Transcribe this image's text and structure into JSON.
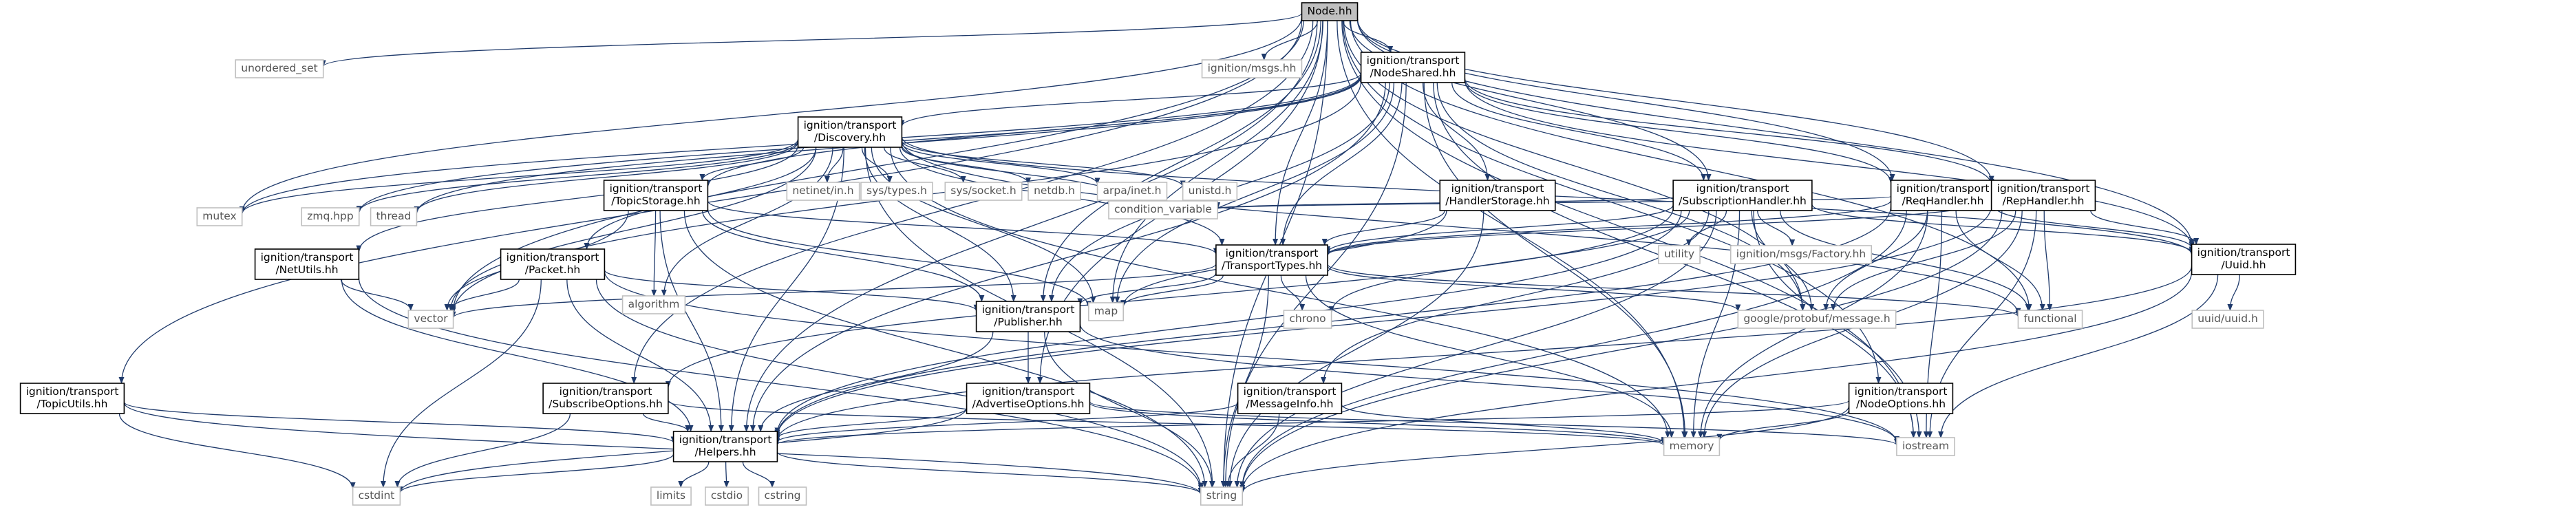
{
  "colors": {
    "edge": "#1f3a6b",
    "root_fill": "#bfbfbf",
    "ext_border": "#bfbfbf"
  },
  "nodes": [
    {
      "id": "node",
      "label": [
        "Node.hh"
      ],
      "kind": "root"
    },
    {
      "id": "nodeshared",
      "label": [
        "ignition/transport",
        "/NodeShared.hh"
      ],
      "kind": "file"
    },
    {
      "id": "unordered_set",
      "label": [
        "unordered_set"
      ],
      "kind": "ext"
    },
    {
      "id": "msgs",
      "label": [
        "ignition/msgs.hh"
      ],
      "kind": "ext"
    },
    {
      "id": "discovery",
      "label": [
        "ignition/transport",
        "/Discovery.hh"
      ],
      "kind": "file"
    },
    {
      "id": "handlerstorage",
      "label": [
        "ignition/transport",
        "/HandlerStorage.hh"
      ],
      "kind": "file"
    },
    {
      "id": "subscriptionhandler",
      "label": [
        "ignition/transport",
        "/SubscriptionHandler.hh"
      ],
      "kind": "file"
    },
    {
      "id": "reqhandler",
      "label": [
        "ignition/transport",
        "/ReqHandler.hh"
      ],
      "kind": "file"
    },
    {
      "id": "rephandler",
      "label": [
        "ignition/transport",
        "/RepHandler.hh"
      ],
      "kind": "file"
    },
    {
      "id": "mutex",
      "label": [
        "mutex"
      ],
      "kind": "ext"
    },
    {
      "id": "zmq",
      "label": [
        "zmq.hpp"
      ],
      "kind": "ext"
    },
    {
      "id": "thread",
      "label": [
        "thread"
      ],
      "kind": "ext"
    },
    {
      "id": "netutils",
      "label": [
        "ignition/transport",
        "/NetUtils.hh"
      ],
      "kind": "file"
    },
    {
      "id": "topicstorage",
      "label": [
        "ignition/transport",
        "/TopicStorage.hh"
      ],
      "kind": "file"
    },
    {
      "id": "packet",
      "label": [
        "ignition/transport",
        "/Packet.hh"
      ],
      "kind": "file"
    },
    {
      "id": "netinet",
      "label": [
        "netinet/in.h"
      ],
      "kind": "ext"
    },
    {
      "id": "systypes",
      "label": [
        "sys/types.h"
      ],
      "kind": "ext"
    },
    {
      "id": "syssocket",
      "label": [
        "sys/socket.h"
      ],
      "kind": "ext"
    },
    {
      "id": "netdb",
      "label": [
        "netdb.h"
      ],
      "kind": "ext"
    },
    {
      "id": "arpainet",
      "label": [
        "arpa/inet.h"
      ],
      "kind": "ext"
    },
    {
      "id": "unistd",
      "label": [
        "unistd.h"
      ],
      "kind": "ext"
    },
    {
      "id": "algorithm",
      "label": [
        "algorithm"
      ],
      "kind": "ext"
    },
    {
      "id": "condvar",
      "label": [
        "condition_variable"
      ],
      "kind": "ext"
    },
    {
      "id": "transporttypes",
      "label": [
        "ignition/transport",
        "/TransportTypes.hh"
      ],
      "kind": "file"
    },
    {
      "id": "utility",
      "label": [
        "utility"
      ],
      "kind": "ext"
    },
    {
      "id": "factory",
      "label": [
        "ignition/msgs/Factory.hh"
      ],
      "kind": "ext"
    },
    {
      "id": "uuid",
      "label": [
        "ignition/transport",
        "/Uuid.hh"
      ],
      "kind": "file"
    },
    {
      "id": "vector",
      "label": [
        "vector"
      ],
      "kind": "ext"
    },
    {
      "id": "map",
      "label": [
        "map"
      ],
      "kind": "ext"
    },
    {
      "id": "publisher",
      "label": [
        "ignition/transport",
        "/Publisher.hh"
      ],
      "kind": "file"
    },
    {
      "id": "chrono",
      "label": [
        "chrono"
      ],
      "kind": "ext"
    },
    {
      "id": "protobuf",
      "label": [
        "google/protobuf/message.h"
      ],
      "kind": "ext"
    },
    {
      "id": "functional",
      "label": [
        "functional"
      ],
      "kind": "ext"
    },
    {
      "id": "uuidh",
      "label": [
        "uuid/uuid.h"
      ],
      "kind": "ext"
    },
    {
      "id": "topicutils",
      "label": [
        "ignition/transport",
        "/TopicUtils.hh"
      ],
      "kind": "file"
    },
    {
      "id": "subscribeoptions",
      "label": [
        "ignition/transport",
        "/SubscribeOptions.hh"
      ],
      "kind": "file"
    },
    {
      "id": "advertiseoptions",
      "label": [
        "ignition/transport",
        "/AdvertiseOptions.hh"
      ],
      "kind": "file"
    },
    {
      "id": "messageinfo",
      "label": [
        "ignition/transport",
        "/MessageInfo.hh"
      ],
      "kind": "file"
    },
    {
      "id": "nodeoptions",
      "label": [
        "ignition/transport",
        "/NodeOptions.hh"
      ],
      "kind": "file"
    },
    {
      "id": "helpers",
      "label": [
        "ignition/transport",
        "/Helpers.hh"
      ],
      "kind": "file"
    },
    {
      "id": "memory",
      "label": [
        "memory"
      ],
      "kind": "ext"
    },
    {
      "id": "iostream",
      "label": [
        "iostream"
      ],
      "kind": "ext"
    },
    {
      "id": "cstdint",
      "label": [
        "cstdint"
      ],
      "kind": "ext"
    },
    {
      "id": "limits",
      "label": [
        "limits"
      ],
      "kind": "ext"
    },
    {
      "id": "cstdio",
      "label": [
        "cstdio"
      ],
      "kind": "ext"
    },
    {
      "id": "cstring",
      "label": [
        "cstring"
      ],
      "kind": "ext"
    },
    {
      "id": "string",
      "label": [
        "string"
      ],
      "kind": "ext"
    }
  ],
  "edges": [
    [
      "node",
      "nodeshared"
    ],
    [
      "node",
      "unordered_set"
    ],
    [
      "node",
      "msgs"
    ],
    [
      "node",
      "mutex"
    ],
    [
      "node",
      "vector"
    ],
    [
      "node",
      "map"
    ],
    [
      "node",
      "string"
    ],
    [
      "node",
      "memory"
    ],
    [
      "node",
      "functional"
    ],
    [
      "node",
      "helpers"
    ],
    [
      "node",
      "topicutils"
    ],
    [
      "node",
      "subscribeoptions"
    ],
    [
      "node",
      "advertiseoptions"
    ],
    [
      "node",
      "publisher"
    ],
    [
      "node",
      "transporttypes"
    ],
    [
      "node",
      "reqhandler"
    ],
    [
      "node",
      "rephandler"
    ],
    [
      "node",
      "subscriptionhandler"
    ],
    [
      "node",
      "uuid"
    ],
    [
      "node",
      "nodeoptions"
    ],
    [
      "node",
      "protobuf"
    ],
    [
      "node",
      "iostream"
    ],
    [
      "nodeshared",
      "discovery"
    ],
    [
      "nodeshared",
      "handlerstorage"
    ],
    [
      "nodeshared",
      "subscriptionhandler"
    ],
    [
      "nodeshared",
      "reqhandler"
    ],
    [
      "nodeshared",
      "rephandler"
    ],
    [
      "nodeshared",
      "mutex"
    ],
    [
      "nodeshared",
      "zmq"
    ],
    [
      "nodeshared",
      "thread"
    ],
    [
      "nodeshared",
      "vector"
    ],
    [
      "nodeshared",
      "map"
    ],
    [
      "nodeshared",
      "string"
    ],
    [
      "nodeshared",
      "memory"
    ],
    [
      "nodeshared",
      "helpers"
    ],
    [
      "nodeshared",
      "publisher"
    ],
    [
      "nodeshared",
      "transporttypes"
    ],
    [
      "nodeshared",
      "uuid"
    ],
    [
      "nodeshared",
      "topicstorage"
    ],
    [
      "nodeshared",
      "protobuf"
    ],
    [
      "nodeshared",
      "iostream"
    ],
    [
      "discovery",
      "mutex"
    ],
    [
      "discovery",
      "zmq"
    ],
    [
      "discovery",
      "thread"
    ],
    [
      "discovery",
      "netutils"
    ],
    [
      "discovery",
      "topicstorage"
    ],
    [
      "discovery",
      "packet"
    ],
    [
      "discovery",
      "netinet"
    ],
    [
      "discovery",
      "systypes"
    ],
    [
      "discovery",
      "syssocket"
    ],
    [
      "discovery",
      "netdb"
    ],
    [
      "discovery",
      "arpainet"
    ],
    [
      "discovery",
      "unistd"
    ],
    [
      "discovery",
      "algorithm"
    ],
    [
      "discovery",
      "condvar"
    ],
    [
      "discovery",
      "transporttypes"
    ],
    [
      "discovery",
      "vector"
    ],
    [
      "discovery",
      "map"
    ],
    [
      "discovery",
      "string"
    ],
    [
      "discovery",
      "memory"
    ],
    [
      "discovery",
      "helpers"
    ],
    [
      "discovery",
      "publisher"
    ],
    [
      "discovery",
      "functional"
    ],
    [
      "discovery",
      "uuid"
    ],
    [
      "handlerstorage",
      "transporttypes"
    ],
    [
      "handlerstorage",
      "map"
    ],
    [
      "handlerstorage",
      "string"
    ],
    [
      "subscriptionhandler",
      "transporttypes"
    ],
    [
      "subscriptionhandler",
      "utility"
    ],
    [
      "subscriptionhandler",
      "factory"
    ],
    [
      "subscriptionhandler",
      "uuid"
    ],
    [
      "subscriptionhandler",
      "protobuf"
    ],
    [
      "subscriptionhandler",
      "chrono"
    ],
    [
      "subscriptionhandler",
      "memory"
    ],
    [
      "subscriptionhandler",
      "string"
    ],
    [
      "subscriptionhandler",
      "iostream"
    ],
    [
      "subscriptionhandler",
      "helpers"
    ],
    [
      "subscriptionhandler",
      "messageinfo"
    ],
    [
      "subscriptionhandler",
      "subscribeoptions"
    ],
    [
      "subscriptionhandler",
      "condvar"
    ],
    [
      "subscriptionhandler",
      "functional"
    ],
    [
      "reqhandler",
      "transporttypes"
    ],
    [
      "reqhandler",
      "uuid"
    ],
    [
      "reqhandler",
      "protobuf"
    ],
    [
      "reqhandler",
      "condvar"
    ],
    [
      "reqhandler",
      "functional"
    ],
    [
      "reqhandler",
      "memory"
    ],
    [
      "reqhandler",
      "string"
    ],
    [
      "reqhandler",
      "iostream"
    ],
    [
      "reqhandler",
      "helpers"
    ],
    [
      "rephandler",
      "transporttypes"
    ],
    [
      "rephandler",
      "uuid"
    ],
    [
      "rephandler",
      "protobuf"
    ],
    [
      "rephandler",
      "functional"
    ],
    [
      "rephandler",
      "memory"
    ],
    [
      "rephandler",
      "string"
    ],
    [
      "rephandler",
      "iostream"
    ],
    [
      "rephandler",
      "helpers"
    ],
    [
      "netutils",
      "vector"
    ],
    [
      "netutils",
      "string"
    ],
    [
      "netutils",
      "helpers"
    ],
    [
      "topicstorage",
      "algorithm"
    ],
    [
      "topicstorage",
      "map"
    ],
    [
      "topicstorage",
      "vector"
    ],
    [
      "topicstorage",
      "string"
    ],
    [
      "topicstorage",
      "publisher"
    ],
    [
      "topicstorage",
      "helpers"
    ],
    [
      "topicstorage",
      "transporttypes"
    ],
    [
      "packet",
      "vector"
    ],
    [
      "packet",
      "string"
    ],
    [
      "packet",
      "publisher"
    ],
    [
      "packet",
      "helpers"
    ],
    [
      "packet",
      "cstdint"
    ],
    [
      "packet",
      "iostream"
    ],
    [
      "transporttypes",
      "vector"
    ],
    [
      "transporttypes",
      "map"
    ],
    [
      "transporttypes",
      "publisher"
    ],
    [
      "transporttypes",
      "chrono"
    ],
    [
      "transporttypes",
      "protobuf"
    ],
    [
      "transporttypes",
      "functional"
    ],
    [
      "transporttypes",
      "memory"
    ],
    [
      "transporttypes",
      "string"
    ],
    [
      "uuid",
      "uuidh"
    ],
    [
      "uuid",
      "iostream"
    ],
    [
      "uuid",
      "string"
    ],
    [
      "uuid",
      "helpers"
    ],
    [
      "publisher",
      "advertiseoptions"
    ],
    [
      "publisher",
      "helpers"
    ],
    [
      "publisher",
      "string"
    ],
    [
      "publisher",
      "iostream"
    ],
    [
      "topicutils",
      "helpers"
    ],
    [
      "topicutils",
      "cstdint"
    ],
    [
      "topicutils",
      "string"
    ],
    [
      "subscribeoptions",
      "helpers"
    ],
    [
      "subscribeoptions",
      "memory"
    ],
    [
      "subscribeoptions",
      "cstdint"
    ],
    [
      "advertiseoptions",
      "helpers"
    ],
    [
      "advertiseoptions",
      "memory"
    ],
    [
      "advertiseoptions",
      "iostream"
    ],
    [
      "advertiseoptions",
      "cstdint"
    ],
    [
      "messageinfo",
      "helpers"
    ],
    [
      "messageinfo",
      "memory"
    ],
    [
      "messageinfo",
      "string"
    ],
    [
      "nodeoptions",
      "helpers"
    ],
    [
      "nodeoptions",
      "memory"
    ],
    [
      "nodeoptions",
      "string"
    ],
    [
      "helpers",
      "cstdint"
    ],
    [
      "helpers",
      "limits"
    ],
    [
      "helpers",
      "cstdio"
    ],
    [
      "helpers",
      "cstring"
    ],
    [
      "helpers",
      "string"
    ]
  ]
}
